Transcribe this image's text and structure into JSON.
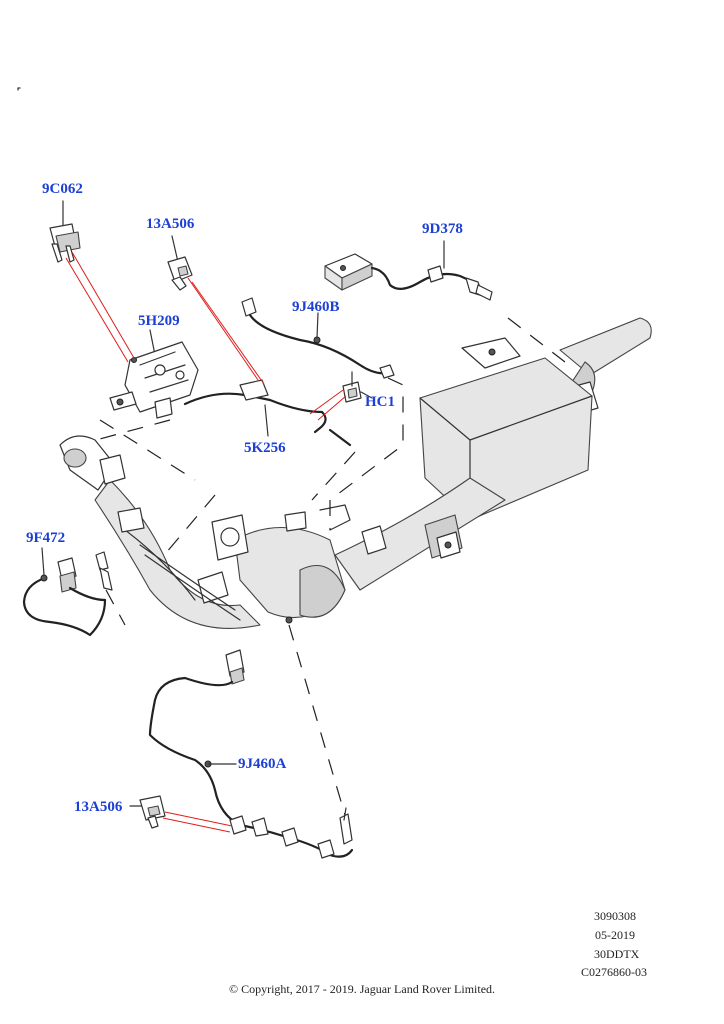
{
  "callouts": {
    "c9c062": "9C062",
    "c13a506_top": "13A506",
    "c9d378": "9D378",
    "c9j460b": "9J460B",
    "c5h209": "5H209",
    "chc1": "HC1",
    "c5k256": "5K256",
    "c9f472": "9F472",
    "c9j460a": "9J460A",
    "c13a506_bottom": "13A506"
  },
  "meta": {
    "code1": "3090308",
    "date": "05-2019",
    "model": "30DDTX",
    "ref": "C0276860-03"
  },
  "copyright": "© Copyright, 2017 - 2019. Jaguar Land Rover Limited.",
  "colors": {
    "callout": "#1c3fd6",
    "leader": "#e01e1e",
    "linework": "#333333"
  }
}
